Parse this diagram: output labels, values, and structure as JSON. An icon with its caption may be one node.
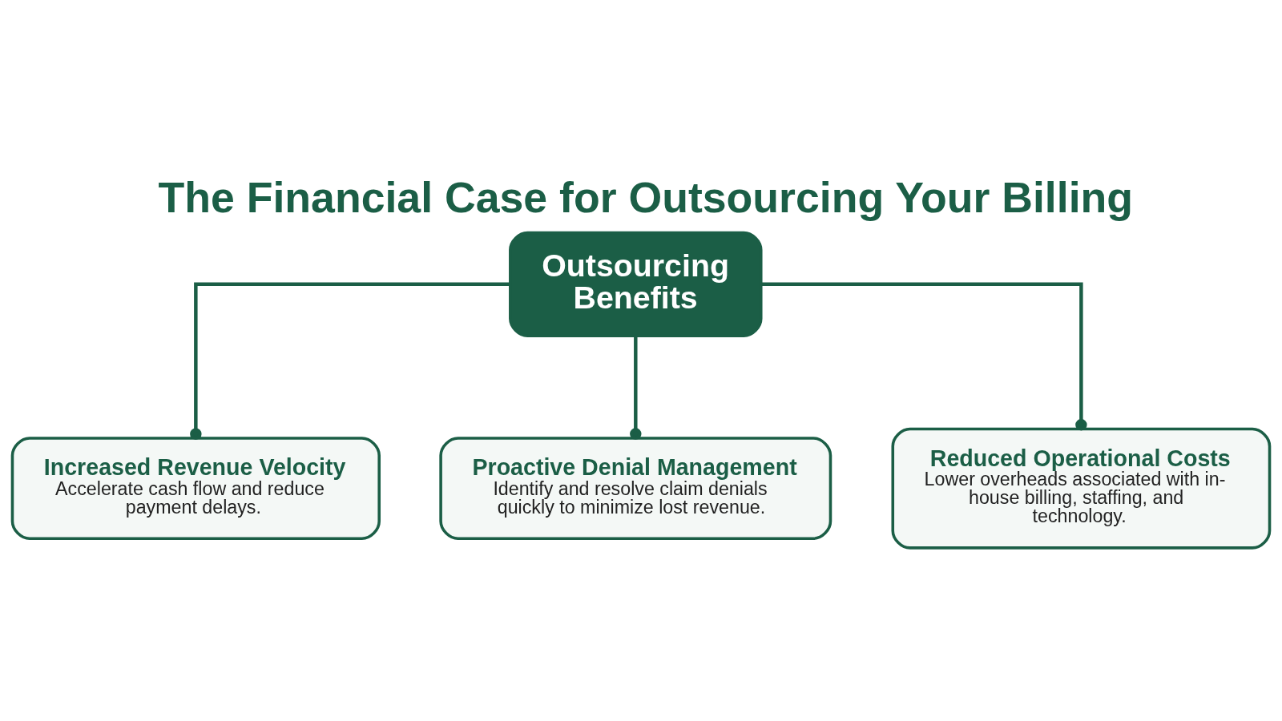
{
  "diagram": {
    "title": "The Financial Case for Outsourcing Your Billing",
    "nodes": [
      {
        "text": [
          "Outsourcing Benefits"
        ]
      },
      {
        "text": [
          "Increased Revenue Velocity",
          "Accelerate cash flow and reduce payment delays."
        ]
      },
      {
        "text": [
          "Proactive Denial Management",
          "Identify and resolve claim denials quickly to minimize lost revenue."
        ]
      },
      {
        "text": [
          "Reduced Operational Costs",
          "Lower overheads associated with in-house billing, staffing, and technology."
        ]
      }
    ],
    "edges": [
      {
        "from": 0,
        "to": 1,
        "arrow": "other"
      },
      {
        "from": 0,
        "to": 2,
        "arrow": "other"
      },
      {
        "from": 0,
        "to": 3,
        "arrow": "other"
      }
    ]
  }
}
